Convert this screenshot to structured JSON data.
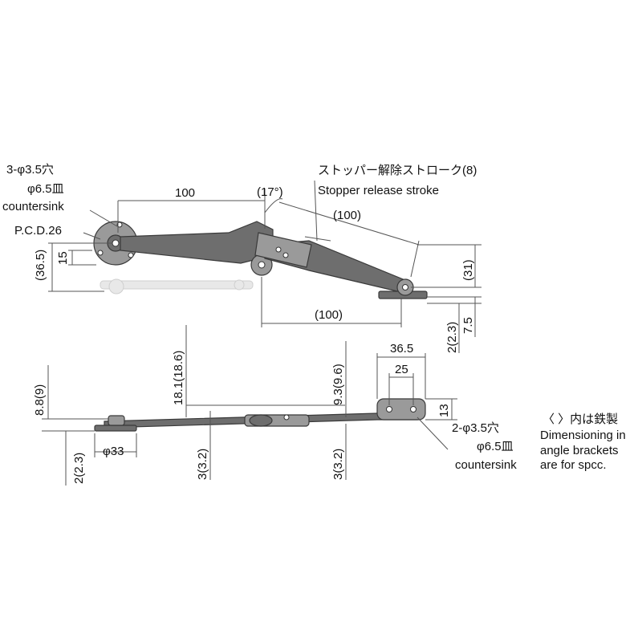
{
  "top_view": {
    "hole_spec_line1": "3-φ3.5穴",
    "hole_spec_line2": "φ6.5皿",
    "hole_spec_line3": "countersink",
    "pcd": "P.C.D.26",
    "dim_100_top": "100",
    "angle": "(17°)",
    "dim_100_arm": "(100)",
    "dim_100_bottom": "(100)",
    "dim_36_5": "(36.5)",
    "dim_15": "15",
    "dim_31": "(31)",
    "dim_7_5": "7.5",
    "dim_2_3_right": "2(2.3)",
    "stopper_jp": "ストッパー解除ストローク(8)",
    "stopper_en": "Stopper release stroke"
  },
  "side_view": {
    "dim_8_8": "8.8(9)",
    "dim_2_3_left": "2(2.3)",
    "dim_33": "φ33",
    "dim_18_1": "18.1(18.6)",
    "dim_3_left": "3(3.2)",
    "dim_9_3": "9.3(9.6)",
    "dim_3_right": "3(3.2)",
    "dim_36_5": "36.5",
    "dim_25": "25",
    "dim_13": "13",
    "hole_spec_line1": "2-φ3.5穴",
    "hole_spec_line2": "φ6.5皿",
    "hole_spec_line3": "countersink"
  },
  "note": {
    "line_jp": "〈 〉内は鉄製",
    "line1": "Dimensioning in",
    "line2": "angle brackets",
    "line3": "are for spcc."
  },
  "colors": {
    "part": "#6e6e6e",
    "part_light": "#9a9a9a",
    "dimension": "#555555",
    "text": "#111111"
  }
}
